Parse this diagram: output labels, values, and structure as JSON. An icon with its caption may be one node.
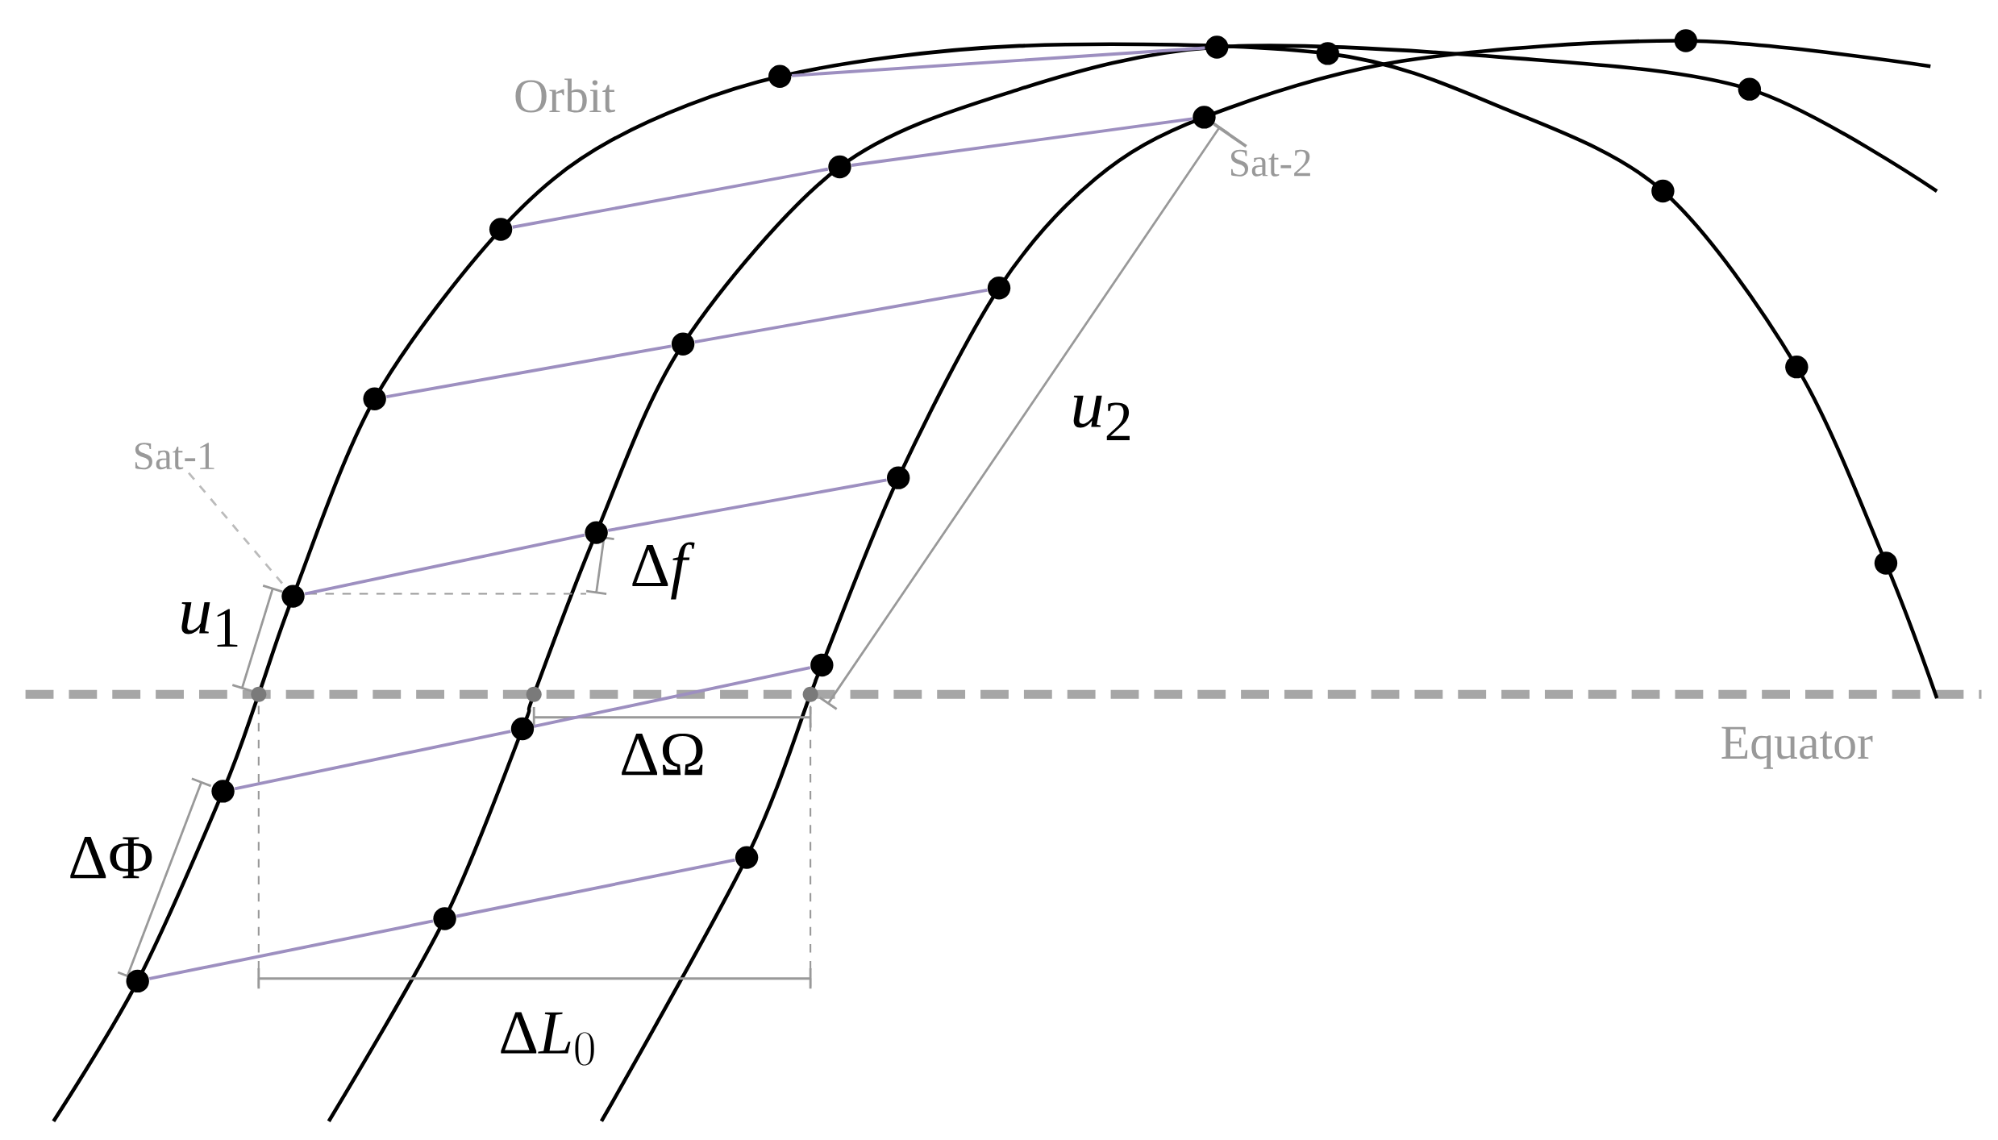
{
  "diagram": {
    "nodes": [
      {
        "text": [
          "Sat-1"
        ]
      },
      {
        "text": [
          "Sat-2"
        ]
      },
      {
        "text": [],
        "shape": "circle"
      },
      {
        "text": [],
        "shape": "circle"
      },
      {
        "text": [],
        "shape": "circle"
      },
      {
        "text": [],
        "shape": "circle"
      },
      {
        "text": [],
        "shape": "circle"
      },
      {
        "text": [],
        "shape": "circle"
      },
      {
        "text": [],
        "shape": "circle"
      },
      {
        "text": [],
        "shape": "circle"
      },
      {
        "text": [],
        "shape": "circle"
      },
      {
        "text": [],
        "shape": "circle"
      },
      {
        "text": [],
        "shape": "circle"
      },
      {
        "text": [],
        "shape": "circle"
      },
      {
        "text": [],
        "shape": "circle"
      },
      {
        "text": [],
        "shape": "circle"
      },
      {
        "text": [],
        "shape": "circle"
      },
      {
        "text": [],
        "shape": "circle"
      },
      {
        "text": [],
        "shape": "circle"
      },
      {
        "text": [],
        "shape": "circle"
      },
      {
        "text": [],
        "shape": "circle"
      },
      {
        "text": [],
        "shape": "circle"
      },
      {
        "text": [],
        "shape": "circle"
      },
      {
        "text": [],
        "shape": "circle"
      },
      {
        "text": [],
        "shape": "circle"
      },
      {
        "text": [],
        "shape": "circle"
      },
      {
        "text": [],
        "shape": "circle"
      },
      {
        "text": [],
        "shape": "circle"
      }
    ],
    "edges": [
      {
        "from": 0,
        "to": 5,
        "arrow": "none",
        "style": "dashed",
        "color": "#bbbbbb"
      },
      {
        "from": 1,
        "to": 20,
        "arrow": "none",
        "color": "#999999"
      },
      {
        "from": 2,
        "to": 7,
        "arrow": "none"
      },
      {
        "from": 7,
        "to": 13,
        "arrow": "none"
      },
      {
        "from": 3,
        "to": 9,
        "arrow": "none"
      },
      {
        "from": 9,
        "to": 16,
        "arrow": "none"
      },
      {
        "from": 5,
        "to": 11,
        "arrow": "none"
      },
      {
        "from": 11,
        "to": 18,
        "arrow": "none"
      },
      {
        "from": 6,
        "to": 12,
        "arrow": "none"
      },
      {
        "from": 12,
        "to": 19,
        "arrow": "none"
      },
      {
        "from": 8,
        "to": 17,
        "arrow": "none"
      },
      {
        "from": 17,
        "to": 20,
        "arrow": "none"
      },
      {
        "from": 14,
        "to": 21,
        "arrow": "none"
      }
    ],
    "labels": [
      "Orbit",
      "*u*$_{2}$",
      "\\mbox{Δ}f",
      "*u*$_{1}$",
      "ΔΩ",
      "Equator",
      "ΔΦ",
      "\\mbox{Δ}L_{0}"
    ]
  }
}
